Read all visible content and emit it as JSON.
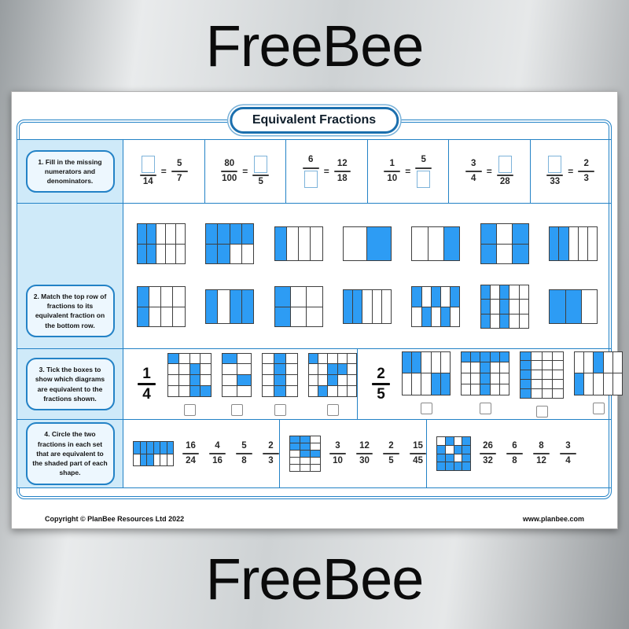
{
  "banner_top": "FreeBee",
  "banner_bottom": "FreeBee",
  "worksheet": {
    "title": "Equivalent Fractions",
    "colors": {
      "accent_blue": "#2382c6",
      "title_border": "#1b6fae",
      "shade_blue": "#2d9cf4",
      "panel_blue": "#cfeaf9"
    },
    "footer": {
      "copyright": "Copyright © PlanBee Resources Ltd 2022",
      "website": "www.planbee.com"
    },
    "exercise1": {
      "label": "1. Fill in the missing numerators and denominators.",
      "problems": [
        {
          "left": {
            "num": "box",
            "den": "14"
          },
          "right": {
            "num": "5",
            "den": "7"
          }
        },
        {
          "left": {
            "num": "80",
            "den": "100"
          },
          "right": {
            "num": "box",
            "den": "5"
          }
        },
        {
          "left": {
            "num": "6",
            "den": "box"
          },
          "right": {
            "num": "12",
            "den": "18"
          }
        },
        {
          "left": {
            "num": "1",
            "den": "10"
          },
          "right": {
            "num": "5",
            "den": "box"
          }
        },
        {
          "left": {
            "num": "3",
            "den": "4"
          },
          "right": {
            "num": "box",
            "den": "28"
          }
        },
        {
          "left": {
            "num": "box",
            "den": "33"
          },
          "right": {
            "num": "2",
            "den": "3"
          }
        }
      ]
    },
    "exercise2": {
      "label": "2. Match the top row of fractions to its equivalent fraction on the bottom row.",
      "top_row": [
        {
          "cols": 5,
          "rows": 2,
          "shaded": [
            [
              0,
              0
            ],
            [
              0,
              1
            ],
            [
              1,
              0
            ],
            [
              1,
              1
            ]
          ]
        },
        {
          "cols": 4,
          "rows": 2,
          "shaded": [
            [
              0,
              0
            ],
            [
              0,
              1
            ],
            [
              0,
              2
            ],
            [
              0,
              3
            ],
            [
              1,
              0
            ],
            [
              1,
              1
            ]
          ]
        },
        {
          "cols": 4,
          "rows": 1,
          "shaded": [
            [
              0,
              0
            ]
          ]
        },
        {
          "cols": 2,
          "rows": 1,
          "shaded": [
            [
              0,
              1
            ]
          ]
        },
        {
          "cols": 3,
          "rows": 1,
          "shaded": [
            [
              0,
              2
            ]
          ]
        },
        {
          "cols": 3,
          "rows": 2,
          "shaded": [
            [
              0,
              0
            ],
            [
              0,
              2
            ],
            [
              1,
              0
            ],
            [
              1,
              2
            ]
          ]
        },
        {
          "cols": 5,
          "rows": 1,
          "shaded": [
            [
              0,
              0
            ],
            [
              0,
              1
            ]
          ]
        }
      ],
      "bottom_row": [
        {
          "cols": 4,
          "rows": 2,
          "shaded": [
            [
              0,
              0
            ],
            [
              1,
              0
            ]
          ]
        },
        {
          "cols": 4,
          "rows": 1,
          "shaded": [
            [
              0,
              0
            ],
            [
              0,
              2
            ],
            [
              0,
              3
            ]
          ]
        },
        {
          "cols": 3,
          "rows": 2,
          "shaded": [
            [
              0,
              0
            ],
            [
              1,
              0
            ]
          ]
        },
        {
          "cols": 5,
          "rows": 1,
          "shaded": [
            [
              0,
              0
            ],
            [
              0,
              1
            ]
          ]
        },
        {
          "cols": 5,
          "rows": 2,
          "shaded": [
            [
              0,
              0
            ],
            [
              0,
              2
            ],
            [
              0,
              4
            ],
            [
              1,
              1
            ],
            [
              1,
              3
            ]
          ]
        },
        {
          "cols": 5,
          "rows": 3,
          "shaded": [
            [
              0,
              0
            ],
            [
              0,
              2
            ],
            [
              1,
              0
            ],
            [
              1,
              2
            ],
            [
              2,
              0
            ],
            [
              2,
              2
            ]
          ]
        },
        {
          "cols": 3,
          "rows": 1,
          "shaded": [
            [
              0,
              0
            ],
            [
              0,
              1
            ]
          ]
        }
      ]
    },
    "exercise3": {
      "label": "3. Tick the boxes to show which diagrams are equivalent to the fractions shown.",
      "groups": [
        {
          "fraction": {
            "num": "1",
            "den": "4"
          },
          "diagrams": [
            {
              "cols": 4,
              "rows": 4,
              "shaded": [
                [
                  0,
                  0
                ],
                [
                  1,
                  2
                ],
                [
                  2,
                  2
                ],
                [
                  3,
                  2
                ],
                [
                  3,
                  3
                ]
              ]
            },
            {
              "cols": 2,
              "rows": 4,
              "shaded": [
                [
                  0,
                  0
                ],
                [
                  2,
                  1
                ]
              ]
            },
            {
              "cols": 3,
              "rows": 4,
              "shaded": [
                [
                  0,
                  1
                ],
                [
                  1,
                  1
                ],
                [
                  2,
                  1
                ],
                [
                  3,
                  1
                ]
              ]
            },
            {
              "cols": 5,
              "rows": 4,
              "shaded": [
                [
                  0,
                  0
                ],
                [
                  1,
                  2
                ],
                [
                  1,
                  3
                ],
                [
                  2,
                  2
                ],
                [
                  3,
                  1
                ]
              ]
            }
          ]
        },
        {
          "fraction": {
            "num": "2",
            "den": "5"
          },
          "diagrams": [
            {
              "cols": 5,
              "rows": 2,
              "shaded": [
                [
                  0,
                  0
                ],
                [
                  0,
                  1
                ],
                [
                  1,
                  3
                ],
                [
                  1,
                  4
                ]
              ]
            },
            {
              "cols": 5,
              "rows": 4,
              "shaded": [
                [
                  0,
                  0
                ],
                [
                  0,
                  1
                ],
                [
                  0,
                  2
                ],
                [
                  0,
                  3
                ],
                [
                  0,
                  4
                ],
                [
                  1,
                  2
                ],
                [
                  2,
                  2
                ],
                [
                  3,
                  2
                ]
              ]
            },
            {
              "cols": 4,
              "rows": 5,
              "shaded": [
                [
                  0,
                  0
                ],
                [
                  1,
                  0
                ],
                [
                  2,
                  0
                ],
                [
                  3,
                  0
                ],
                [
                  4,
                  0
                ]
              ]
            },
            {
              "cols": 5,
              "rows": 2,
              "shaded": [
                [
                  0,
                  2
                ],
                [
                  1,
                  0
                ]
              ]
            }
          ]
        }
      ]
    },
    "exercise4": {
      "label": "4. Circle the two fractions in each set that are equivalent to the shaded part of each shape.",
      "sets": [
        {
          "shape": {
            "cols": 6,
            "rows": 2,
            "shaded": [
              [
                0,
                0
              ],
              [
                0,
                1
              ],
              [
                0,
                2
              ],
              [
                0,
                3
              ],
              [
                0,
                4
              ],
              [
                0,
                5
              ],
              [
                1,
                1
              ],
              [
                1,
                2
              ]
            ]
          },
          "fractions": [
            {
              "num": "16",
              "den": "24"
            },
            {
              "num": "4",
              "den": "16"
            },
            {
              "num": "5",
              "den": "8"
            },
            {
              "num": "2",
              "den": "3"
            }
          ]
        },
        {
          "shape": {
            "cols": 3,
            "rows": 5,
            "shaded": [
              [
                0,
                0
              ],
              [
                0,
                1
              ],
              [
                1,
                0
              ],
              [
                1,
                1
              ],
              [
                2,
                1
              ],
              [
                2,
                2
              ]
            ]
          },
          "fractions": [
            {
              "num": "3",
              "den": "10"
            },
            {
              "num": "12",
              "den": "30"
            },
            {
              "num": "2",
              "den": "5"
            },
            {
              "num": "15",
              "den": "45"
            }
          ]
        },
        {
          "shape": {
            "cols": 4,
            "rows": 4,
            "shaded": [
              [
                0,
                1
              ],
              [
                0,
                3
              ],
              [
                1,
                0
              ],
              [
                1,
                2
              ],
              [
                1,
                3
              ],
              [
                2,
                0
              ],
              [
                2,
                1
              ],
              [
                2,
                3
              ],
              [
                3,
                0
              ],
              [
                3,
                1
              ],
              [
                3,
                2
              ],
              [
                3,
                3
              ]
            ]
          },
          "fractions": [
            {
              "num": "26",
              "den": "32"
            },
            {
              "num": "6",
              "den": "8"
            },
            {
              "num": "8",
              "den": "12"
            },
            {
              "num": "3",
              "den": "4"
            }
          ]
        }
      ]
    }
  }
}
